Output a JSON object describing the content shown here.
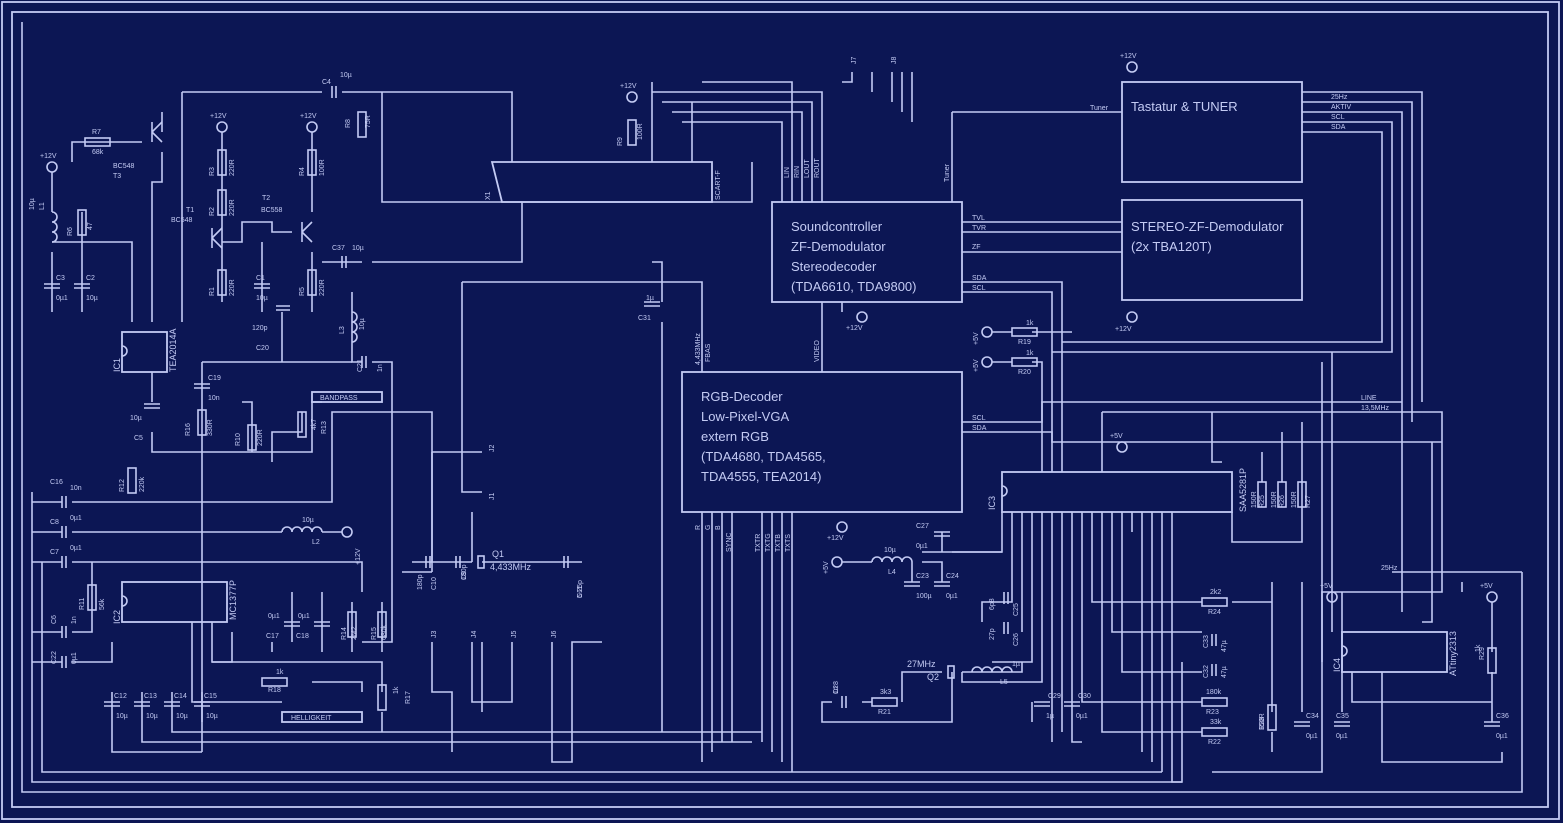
{
  "blocks": {
    "tastatur": {
      "title": "Tastatur & TUNER",
      "pins": [
        "25Hz",
        "AKTIV",
        "SCL",
        "SDA"
      ],
      "tuner": "Tuner",
      "supply": "+12V"
    },
    "stereo": {
      "line1": "STEREO-ZF-Demodulator",
      "line2": "(2x TBA120T)",
      "supply": "+12V"
    },
    "sound": {
      "line1": "Soundcontroller",
      "line2": "ZF-Demodulator",
      "line3": "Stereodecoder",
      "line4": "(TDA6610, TDA9800)",
      "pins": [
        "TVL",
        "TVR",
        "ZF",
        "SDA",
        "SCL"
      ],
      "audio": [
        "LIN",
        "RIN",
        "LOUT",
        "ROUT"
      ],
      "tuner": "Tuner",
      "video": "VIDEO",
      "supply": "+12V"
    },
    "rgb": {
      "line1": "RGB-Decoder",
      "line2": "Low-Pixel-VGA",
      "line3": "extern RGB",
      "line4": "(TDA4680, TDA4565,",
      "line5": "TDA4555, TEA2014)",
      "bus": [
        "SCL",
        "SDA"
      ],
      "inputs": [
        "4,433MHz",
        "FBAS"
      ],
      "outputs": [
        "R",
        "G",
        "B",
        "SYNC",
        "TXTR",
        "TXTG",
        "TXTB",
        "TXTS"
      ],
      "supply": "+12V"
    }
  },
  "ics": {
    "ic1": {
      "name": "IC1",
      "type": "TEA2014A"
    },
    "ic2": {
      "name": "IC2",
      "type": "MC1377P"
    },
    "ic3": {
      "name": "IC3",
      "type": "SAA5281P"
    },
    "ic4": {
      "name": "IC4",
      "type": "ATtiny2313"
    }
  },
  "labels": {
    "bandpass": "BANDPASS",
    "helligkeit": "HELLIGKEIT",
    "scart": "SCART-F",
    "x1": "X1",
    "line": "LINE",
    "line_freq": "13,5MHz",
    "hz25": "25Hz",
    "q1": "Q1",
    "q1_freq": "4,433MHz",
    "q2": "Q2",
    "q2_freq": "27MHz",
    "plus12": "+12V",
    "plus5": "+5V"
  },
  "transistors": [
    {
      "name": "T1",
      "type": "BC548"
    },
    {
      "name": "T2",
      "type": "BC558"
    },
    {
      "name": "T3",
      "type": "BC548"
    }
  ],
  "components": [
    {
      "ref": "R7",
      "value": "68k"
    },
    {
      "ref": "R8",
      "value": "75R"
    },
    {
      "ref": "R9",
      "value": "100R"
    },
    {
      "ref": "R3",
      "value": "220R"
    },
    {
      "ref": "R2",
      "value": "220R"
    },
    {
      "ref": "R1",
      "value": "220R"
    },
    {
      "ref": "R4",
      "value": "100R"
    },
    {
      "ref": "R5",
      "value": "220R"
    },
    {
      "ref": "R6",
      "value": "47"
    },
    {
      "ref": "L1",
      "value": "10µ"
    },
    {
      "ref": "C3",
      "value": "0µ1"
    },
    {
      "ref": "C2",
      "value": "10µ"
    },
    {
      "ref": "C1",
      "value": "10µ"
    },
    {
      "ref": "C4",
      "value": "10µ"
    },
    {
      "ref": "C37",
      "value": "10µ"
    },
    {
      "ref": "L3",
      "value": "10µ"
    },
    {
      "ref": "C20",
      "value": "120p"
    },
    {
      "ref": "C21",
      "value": "1n"
    },
    {
      "ref": "C19",
      "value": "10n"
    },
    {
      "ref": "R16",
      "value": "330R"
    },
    {
      "ref": "R10",
      "value": "220R"
    },
    {
      "ref": "R13",
      "value": "4k7"
    },
    {
      "ref": "C5",
      "value": "10µ"
    },
    {
      "ref": "R12",
      "value": "220k"
    },
    {
      "ref": "C16",
      "value": "10n"
    },
    {
      "ref": "C8",
      "value": "0µ1"
    },
    {
      "ref": "C7",
      "value": "0µ1"
    },
    {
      "ref": "C6",
      "value": "1n"
    },
    {
      "ref": "C22",
      "value": "0µ1"
    },
    {
      "ref": "R11",
      "value": "56k"
    },
    {
      "ref": "L2",
      "value": "10µ"
    },
    {
      "ref": "C17",
      "value": "0µ1"
    },
    {
      "ref": "C18",
      "value": "0µ1"
    },
    {
      "ref": "R14",
      "value": "2M2"
    },
    {
      "ref": "R15",
      "value": "680k"
    },
    {
      "ref": "R18",
      "value": "1k"
    },
    {
      "ref": "R17",
      "value": "1k"
    },
    {
      "ref": "C12",
      "value": "10µ"
    },
    {
      "ref": "C13",
      "value": "10µ"
    },
    {
      "ref": "C14",
      "value": "10µ"
    },
    {
      "ref": "C15",
      "value": "10µ"
    },
    {
      "ref": "C31",
      "value": "1µ"
    },
    {
      "ref": "C10",
      "value": "180p"
    },
    {
      "ref": "C9",
      "value": "180p"
    },
    {
      "ref": "C11",
      "value": "5-25p"
    },
    {
      "ref": "R19",
      "value": "1k"
    },
    {
      "ref": "R20",
      "value": "1k"
    },
    {
      "ref": "C27",
      "value": "0µ1"
    },
    {
      "ref": "L4",
      "value": "10µ"
    },
    {
      "ref": "C23",
      "value": "100µ"
    },
    {
      "ref": "C24",
      "value": "0µ1"
    },
    {
      "ref": "C25",
      "value": "6p8"
    },
    {
      "ref": "C26",
      "value": "27p"
    },
    {
      "ref": "L5",
      "value": "1µ"
    },
    {
      "ref": "C28",
      "value": "1n"
    },
    {
      "ref": "R21",
      "value": "3k3"
    },
    {
      "ref": "C29",
      "value": "1µ"
    },
    {
      "ref": "C30",
      "value": "0µ1"
    },
    {
      "ref": "R24",
      "value": "2k2"
    },
    {
      "ref": "C33",
      "value": "47µ"
    },
    {
      "ref": "C32",
      "value": "47µ"
    },
    {
      "ref": "R23",
      "value": "180k"
    },
    {
      "ref": "R22",
      "value": "33k"
    },
    {
      "ref": "R25",
      "value": "150R"
    },
    {
      "ref": "R26",
      "value": "150R"
    },
    {
      "ref": "R27",
      "value": "150R"
    },
    {
      "ref": "R28",
      "value": "150R"
    },
    {
      "ref": "C34",
      "value": "0µ1"
    },
    {
      "ref": "C35",
      "value": "0µ1"
    },
    {
      "ref": "R29",
      "value": "1k"
    },
    {
      "ref": "C36",
      "value": "0µ1"
    }
  ],
  "jumpers": [
    "J1",
    "J2",
    "J3",
    "J4",
    "J5",
    "J6",
    "J7",
    "J8"
  ]
}
